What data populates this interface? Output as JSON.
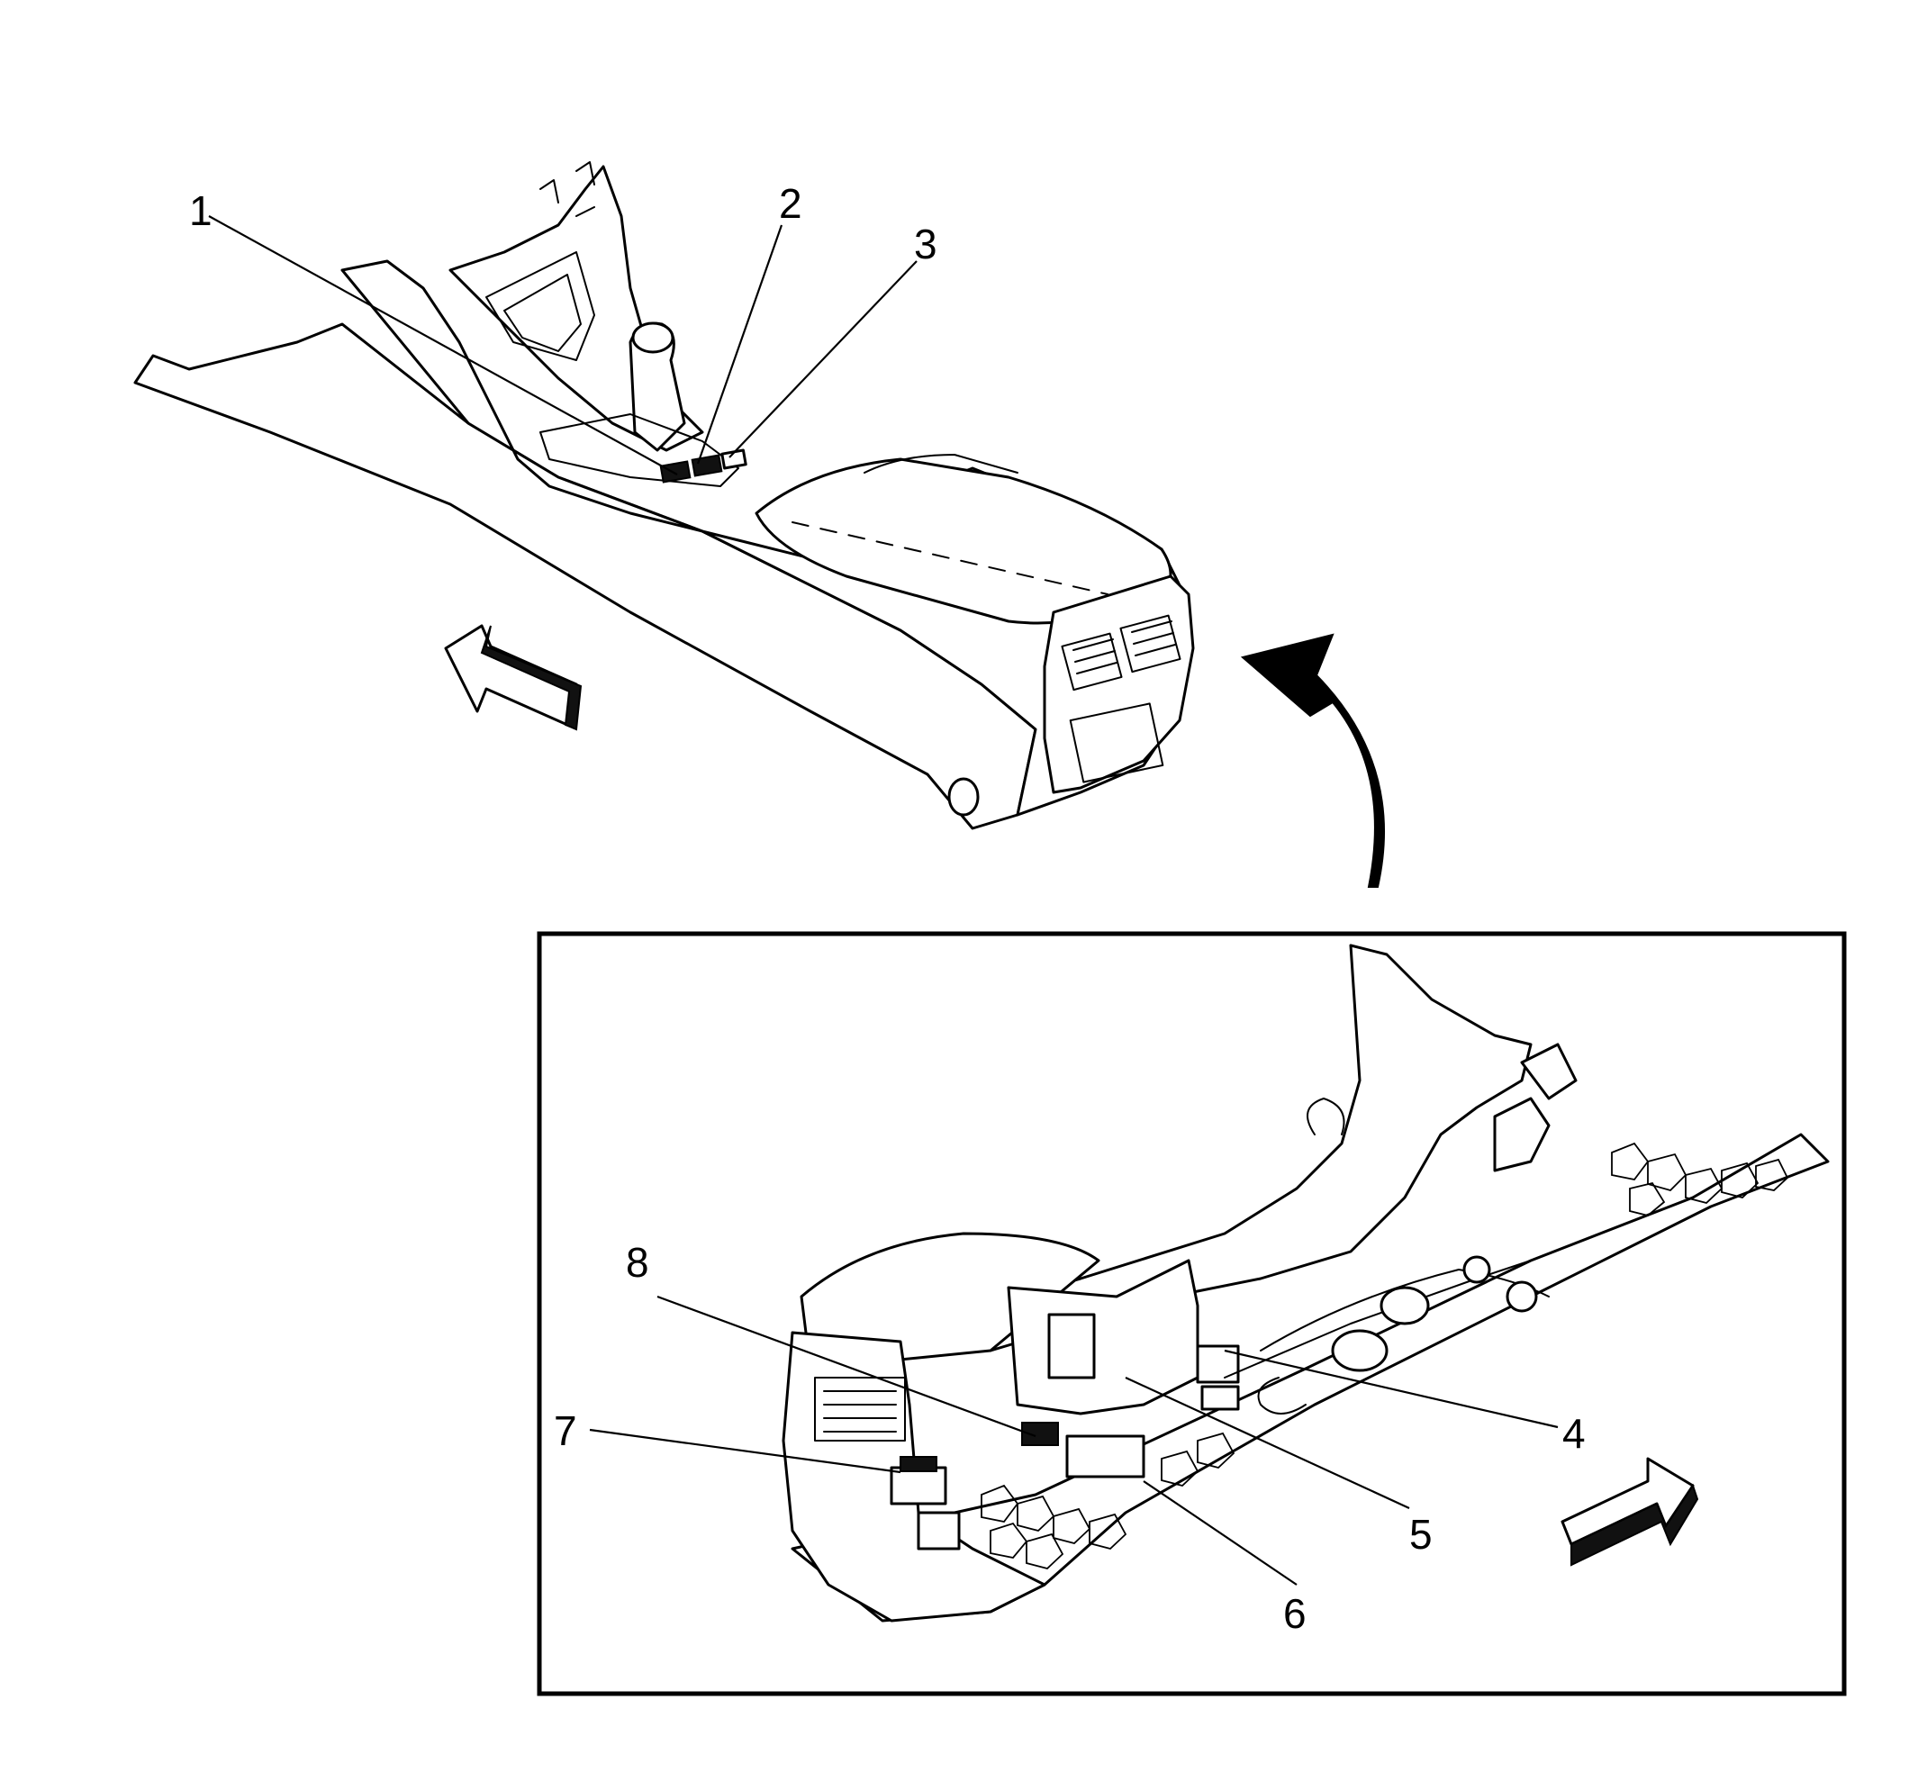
{
  "callouts": [
    {
      "id": "1",
      "label": "1"
    },
    {
      "id": "2",
      "label": "2"
    },
    {
      "id": "3",
      "label": "3"
    },
    {
      "id": "4",
      "label": "4"
    },
    {
      "id": "5",
      "label": "5"
    },
    {
      "id": "6",
      "label": "6"
    },
    {
      "id": "7",
      "label": "7"
    },
    {
      "id": "8",
      "label": "8"
    }
  ],
  "colors": {
    "ink": "#000000",
    "paper": "#ffffff"
  },
  "icons": [
    "forward-direction-arrow-icon",
    "rearward-direction-arrow-icon",
    "curved-flip-arrow-icon"
  ]
}
